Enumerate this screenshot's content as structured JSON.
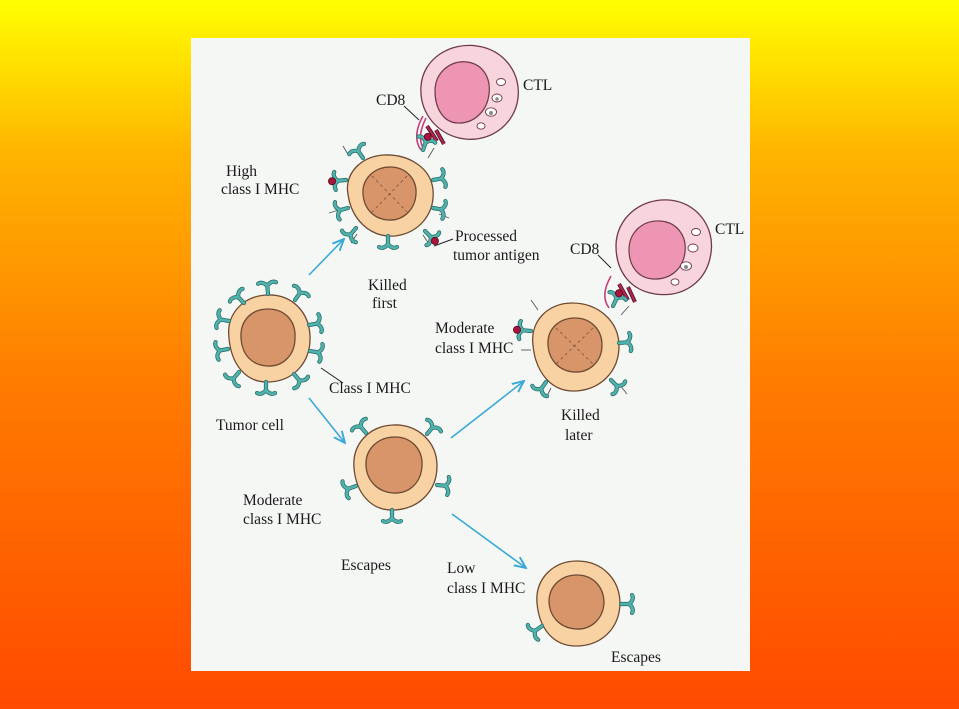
{
  "labels": {
    "ctl_top": "CTL",
    "cd8_top": "CD8",
    "high_line1": "High",
    "high_line2": "class I MHC",
    "processed_line1": "Processed",
    "processed_line2": "tumor antigen",
    "killed_first_line1": "Killed",
    "killed_first_line2": "first",
    "class_mhc": "Class I MHC",
    "tumor_cell": "Tumor cell",
    "ctl_right": "CTL",
    "cd8_right": "CD8",
    "moderate_right_line1": "Moderate",
    "moderate_right_line2": "class I MHC",
    "killed_later_line1": "Killed",
    "killed_later_line2": "later",
    "moderate_left_line1": "Moderate",
    "moderate_left_line2": "class I MHC",
    "escapes_left": "Escapes",
    "low_line1": "Low",
    "low_line2": "class I MHC",
    "escapes_bottom": "Escapes"
  },
  "colors": {
    "mhc": "#3f9c96",
    "antigen": "#a8143c",
    "arrow": "#3aa9d6",
    "cell": "#f9d2a4",
    "nucleus": "#d9956a",
    "ctl": "#f8d4dc",
    "ctl_nucleus": "#ee95b4"
  }
}
